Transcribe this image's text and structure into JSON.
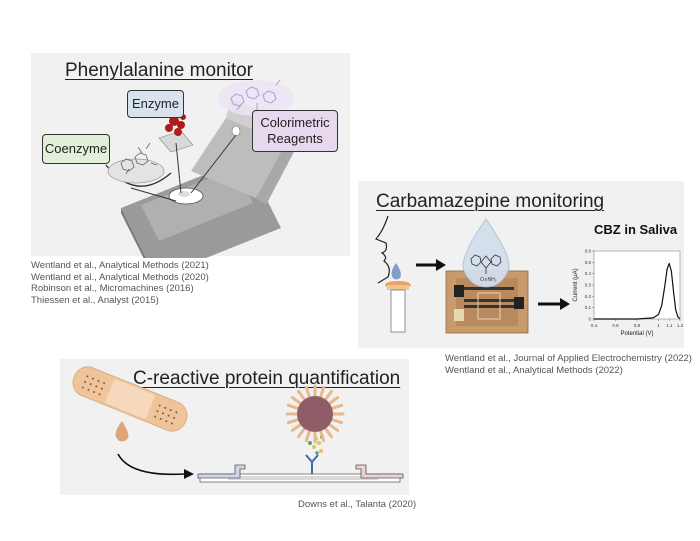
{
  "phenylalanine": {
    "title": "Phenylalanine monitor",
    "labels": {
      "enzyme": "Enzyme",
      "coenzyme": "Coenzyme",
      "colorimetric_line1": "Colorimetric",
      "colorimetric_line2": "Reagents"
    },
    "citations": [
      "Wentland et al., Analytical Methods (2021)",
      "Wentland et al., Analytical Methods (2020)",
      "Robinson et al., Micromachines (2016)",
      "Thiessen et al., Analyst (2015)"
    ]
  },
  "carbamazepine": {
    "title": "Carbamazepine monitoring",
    "chart_title": "CBZ in Saliva",
    "molecule_label": "O∧NH₂",
    "citations": [
      "Wentland et al., Journal of Applied Electrochemistry (2022)",
      "Wentland et al., Analytical Methods (2022)"
    ]
  },
  "chart_data": {
    "type": "line",
    "title": "CBZ in Saliva",
    "xlabel": "Potential (V)",
    "ylabel": "Current (μA)",
    "xlim": [
      0.4,
      1.2
    ],
    "ylim": [
      0,
      0.6
    ],
    "xticks": [
      0.4,
      0.6,
      0.8,
      1.0,
      1.1,
      1.2
    ],
    "xtick_labels": [
      "0.4",
      "0.6",
      "0.8",
      "1",
      "1.1",
      "1.2"
    ],
    "yticks": [
      0,
      0.1,
      0.2,
      0.3,
      0.4,
      0.5,
      0.6
    ],
    "ytick_labels": [
      "0",
      "0.1",
      "0.2",
      "0.3",
      "0.4",
      "0.5",
      "0.6"
    ],
    "series": [
      {
        "x": [
          0.4,
          0.6,
          0.8,
          0.95,
          1.0,
          1.03,
          1.06,
          1.08,
          1.1,
          1.12,
          1.14,
          1.16,
          1.18,
          1.2
        ],
        "y": [
          0.0,
          0.0,
          0.0,
          0.01,
          0.04,
          0.12,
          0.3,
          0.44,
          0.49,
          0.42,
          0.24,
          0.08,
          0.02,
          0.0
        ]
      }
    ],
    "color": "#111111"
  },
  "crp": {
    "title": "C-reactive protein quantification",
    "citations": [
      "Downs et al., Talanta (2020)"
    ]
  }
}
